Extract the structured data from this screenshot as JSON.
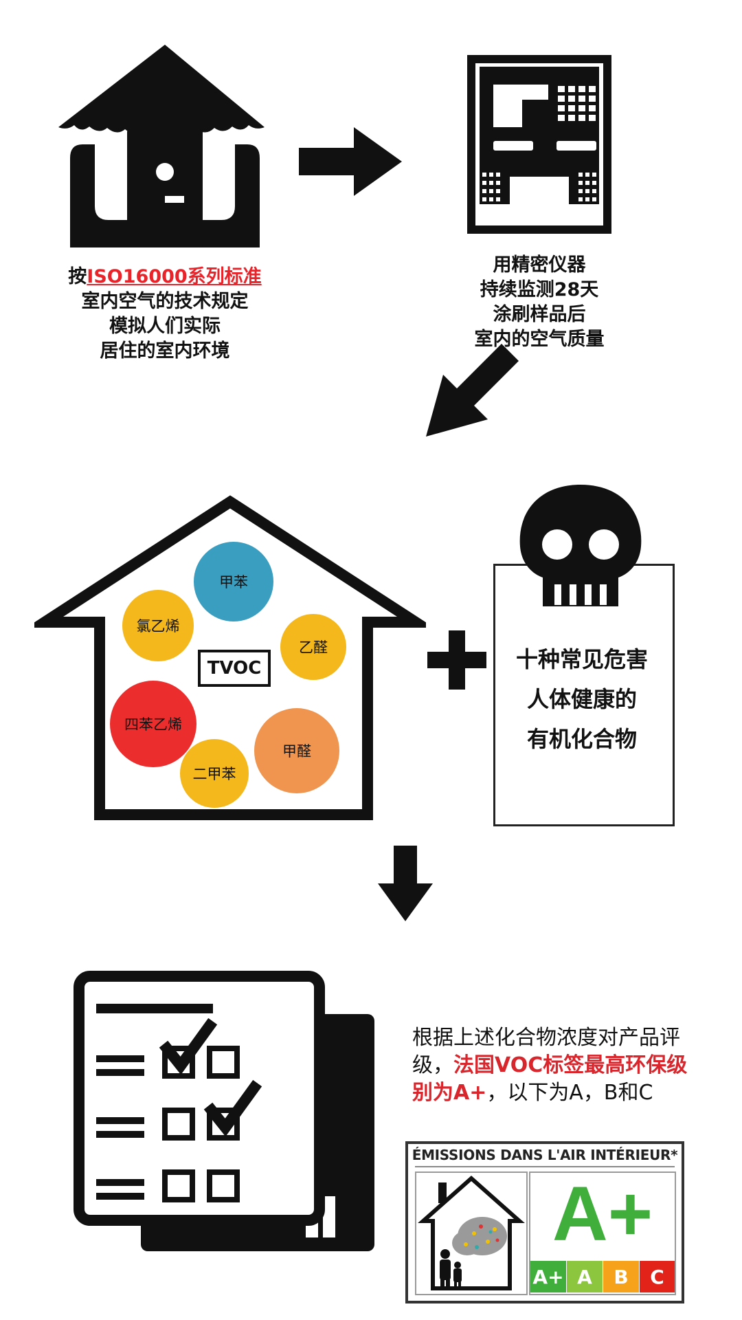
{
  "step1": {
    "caption_prefix": "按",
    "caption_highlight": "ISO16000系列标准",
    "caption_lines": [
      "室内空气的技术规定",
      "模拟人们实际",
      "居住的室内环境"
    ]
  },
  "step2": {
    "caption_lines": [
      "用精密仪器",
      "持续监测28天",
      "涂刷样品后",
      "室内的空气质量"
    ]
  },
  "step3": {
    "center_label": "TVOC",
    "compounds": [
      {
        "name": "甲苯",
        "color": "#3a9ec0"
      },
      {
        "name": "氯乙烯",
        "color": "#f4b71c"
      },
      {
        "name": "乙醛",
        "color": "#f4b71c"
      },
      {
        "name": "四苯乙烯",
        "color": "#ec2d2d"
      },
      {
        "name": "甲醛",
        "color": "#ef9550"
      },
      {
        "name": "二甲苯",
        "color": "#f4b71c"
      }
    ],
    "danger_lines": [
      "十种常见危害",
      "人体健康的",
      "有机化合物"
    ]
  },
  "step4": {
    "text_plain1": "根据上述化合物浓度对产品评级，",
    "text_red": "法国VOC标签最高环保级别为A+",
    "text_plain2": "，以下为A，B和C",
    "label": {
      "title": "ÉMISSIONS DANS L'AIR INTÉRIEUR*",
      "big_grade": "A+",
      "grades": [
        {
          "name": "A+",
          "color": "#3fae3b"
        },
        {
          "name": "A",
          "color": "#8cc63f"
        },
        {
          "name": "B",
          "color": "#f7a21b"
        },
        {
          "name": "C",
          "color": "#e2231a"
        }
      ]
    }
  }
}
